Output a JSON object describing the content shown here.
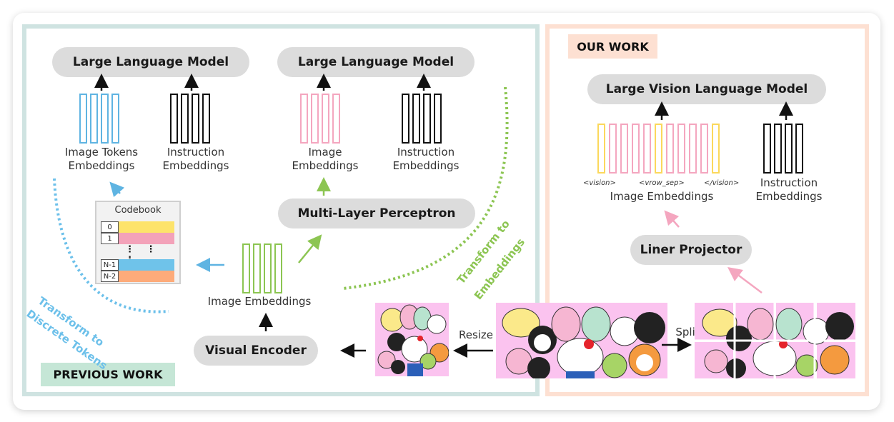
{
  "previous_work": {
    "tag": "PREVIOUS WORK",
    "tag_color": "#c5e6d6",
    "border_color": "#cfe3e1",
    "llm_left": "Large Language Model",
    "llm_middle": "Large Language Model",
    "image_tokens_label_line1": "Image Tokens",
    "image_tokens_label_line2": "Embeddings",
    "instruction_left_line1": "Instruction",
    "instruction_left_line2": "Embeddings",
    "image_emb_mid_line1": "Image",
    "image_emb_mid_line2": "Embeddings",
    "instruction_mid_line1": "Instruction",
    "instruction_mid_line2": "Embeddings",
    "mlp": "Multi-Layer Perceptron",
    "image_embeddings": "Image Embeddings",
    "visual_encoder": "Visual Encoder",
    "codebook": {
      "title": "Codebook",
      "rows": [
        {
          "index": "0",
          "color": "#fde36b"
        },
        {
          "index": "1",
          "color": "#f3a2b9"
        },
        {
          "index": "N-1",
          "color": "#6fc3ea"
        },
        {
          "index": "N-2",
          "color": "#fdab7a"
        }
      ],
      "ellipsis": "⋮ ⋮ ⋮"
    },
    "discrete_caption_line1": "Transform to",
    "discrete_caption_line2": "Discrete Tokens",
    "embed_caption_line1": "Transform to",
    "embed_caption_line2": "Embeddings",
    "resize_label": "Resize"
  },
  "our_work": {
    "tag": "OUR WORK",
    "tag_color": "#fde0d2",
    "border_color": "#fde0d2",
    "lvlm": "Large Vision Language Model",
    "token_vision_open": "<vision>",
    "token_row_sep": "<vrow_sep>",
    "token_vision_close": "</vision>",
    "image_embeddings": "Image Embeddings",
    "instruction_line1": "Instruction",
    "instruction_line2": "Embeddings",
    "projector": "Liner Projector",
    "split_label": "Split",
    "bar_sequence": [
      "yellow",
      "pink",
      "pink",
      "pink",
      "pink",
      "yellow",
      "pink",
      "pink",
      "pink",
      "pink",
      "yellow"
    ]
  },
  "colors": {
    "blue": "#5fb4e2",
    "pink": "#f4a6bf",
    "green": "#8cc552",
    "yellow": "#fbd85c",
    "black": "#111111",
    "image_bg": "#fbc3ef"
  }
}
